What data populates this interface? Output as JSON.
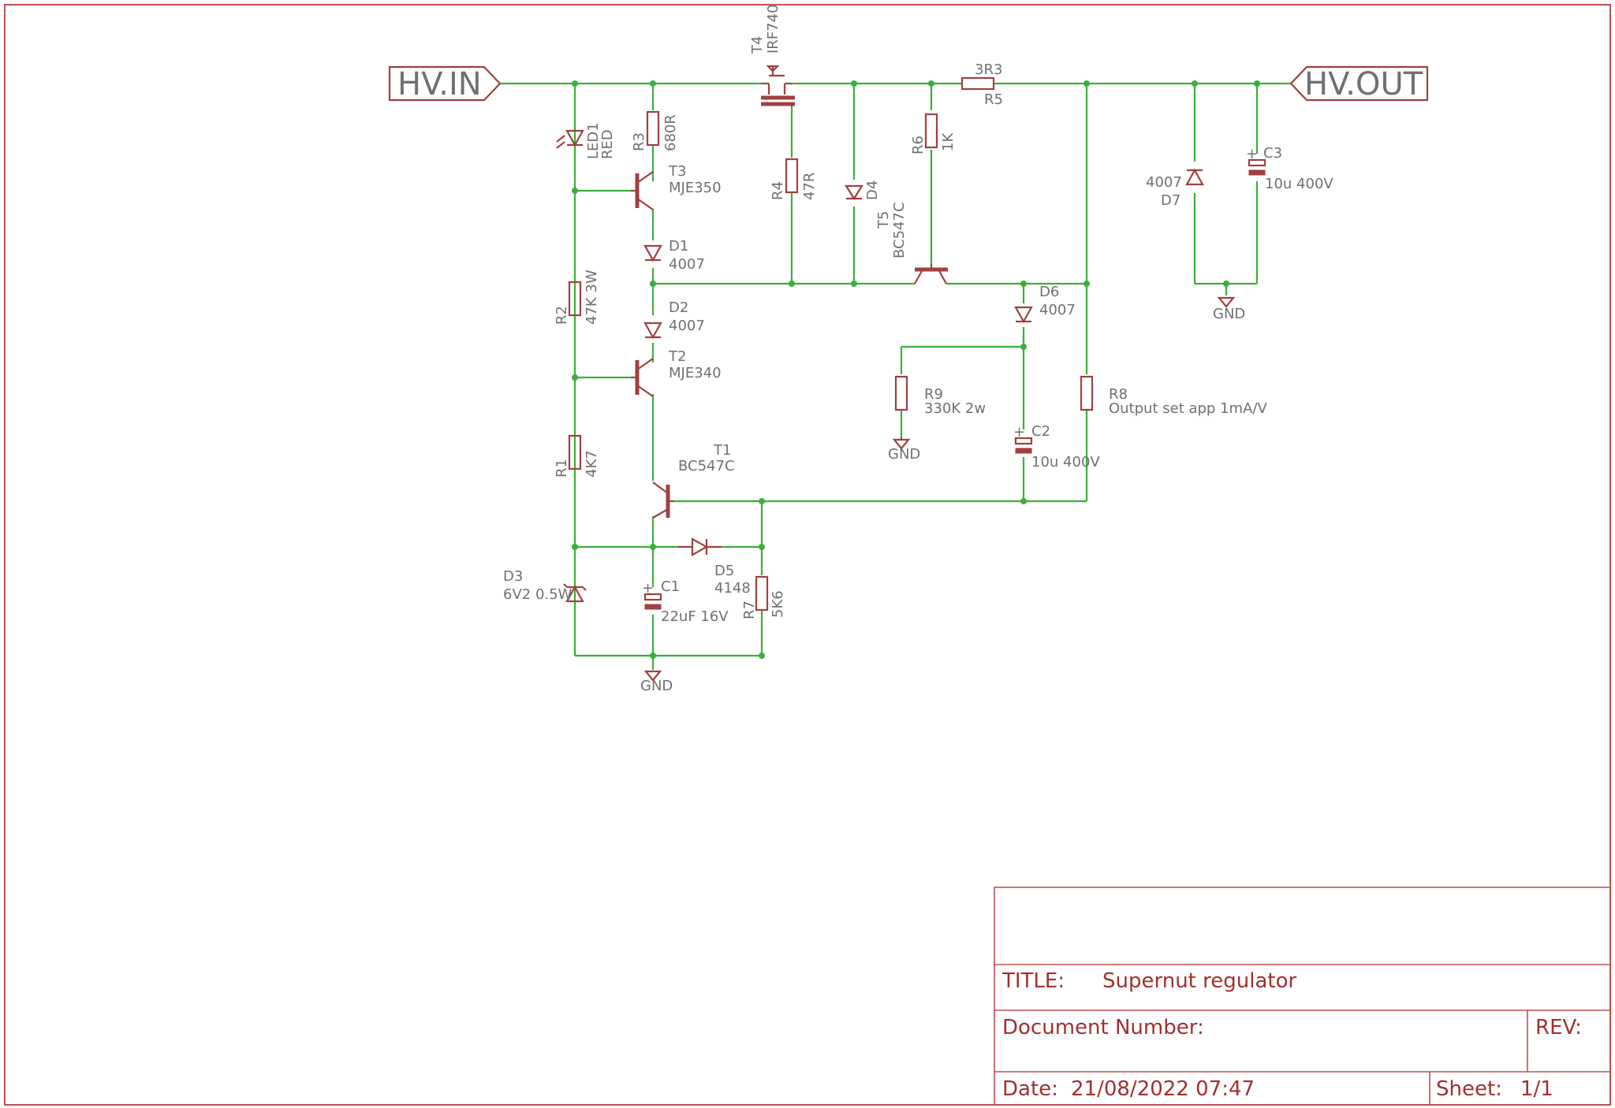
{
  "ports": {
    "input": "HV.IN",
    "output": "HV.OUT"
  },
  "parts": {
    "t4": {
      "ref": "T4",
      "value": "IRF740"
    },
    "r5": {
      "ref": "R5",
      "value": "3R3"
    },
    "led1": {
      "ref": "LED1",
      "value": "RED"
    },
    "r3": {
      "ref": "R3",
      "value": "680R"
    },
    "t3": {
      "ref": "T3",
      "value": "MJE350"
    },
    "r4": {
      "ref": "R4",
      "value": "47R"
    },
    "d4": {
      "ref": "D4"
    },
    "t5": {
      "ref": "T5",
      "value": "BC547C"
    },
    "r6": {
      "ref": "R6",
      "value": "1K"
    },
    "d7": {
      "ref": "D7",
      "value": "4007"
    },
    "c3": {
      "ref": "C3",
      "value": "10u 400V"
    },
    "d1": {
      "ref": "D1",
      "value": "4007"
    },
    "r2": {
      "ref": "R2",
      "value": "47K 3W"
    },
    "d2": {
      "ref": "D2",
      "value": "4007"
    },
    "d6": {
      "ref": "D6",
      "value": "4007"
    },
    "t2": {
      "ref": "T2",
      "value": "MJE340"
    },
    "r9": {
      "ref": "R9",
      "value": "330K 2w"
    },
    "r8": {
      "ref": "R8",
      "value": "Output set app 1mA/V"
    },
    "c2": {
      "ref": "C2",
      "value": "10u 400V"
    },
    "r1": {
      "ref": "R1",
      "value": "4K7"
    },
    "t1": {
      "ref": "T1",
      "value": "BC547C"
    },
    "d3": {
      "ref": "D3",
      "value": "6V2 0.5W"
    },
    "c1": {
      "ref": "C1",
      "value": "22uF 16V"
    },
    "d5": {
      "ref": "D5",
      "value": "4148"
    },
    "r7": {
      "ref": "R7",
      "value": "5K6"
    }
  },
  "gnd_label": "GND",
  "title_block": {
    "title_label": "TITLE:",
    "title": "Supernut regulator",
    "docnum_label": "Document Number:",
    "rev_label": "REV:",
    "date_label": "Date:",
    "date": "21/08/2022 07:47",
    "sheet_label": "Sheet:",
    "sheet": "1/1"
  }
}
